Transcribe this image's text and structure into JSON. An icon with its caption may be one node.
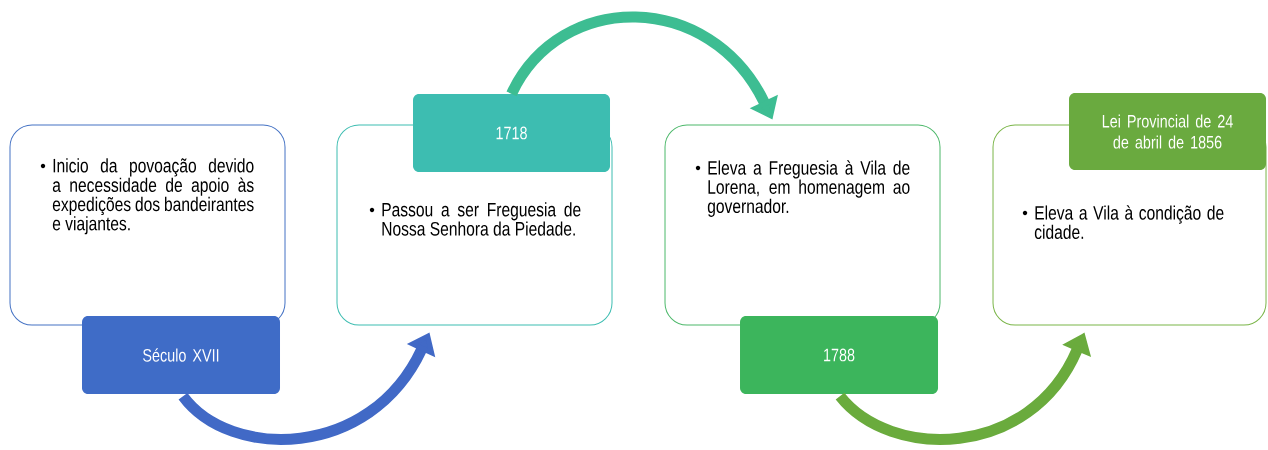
{
  "diagram": {
    "nodes": [
      {
        "text": [
          "Inicio da povoação devido a necessidade de apoio às expedições dos bandeirantes e viajantes."
        ]
      },
      {
        "text": [
          "Século XVII"
        ]
      },
      {
        "text": [
          "Passou a ser Freguesia de Nossa Senhora da Piedade."
        ]
      },
      {
        "text": [
          "1718"
        ]
      },
      {
        "text": [
          "Eleva a Freguesia à Vila de Lorena, em homenagem ao governador."
        ]
      },
      {
        "text": [
          "1788"
        ]
      },
      {
        "text": [
          "Eleva a Vila à condição de cidade."
        ]
      },
      {
        "text": [
          "Lei Provincial de 24 de abril de 1856"
        ]
      }
    ],
    "edges": [
      {
        "from": 1,
        "to": 2,
        "arrow": "to",
        "color": "#4169c6"
      },
      {
        "from": 3,
        "to": 4,
        "arrow": "to",
        "color": "#3dbd92"
      },
      {
        "from": 5,
        "to": 6,
        "arrow": "to",
        "color": "#6aab3d"
      }
    ]
  }
}
